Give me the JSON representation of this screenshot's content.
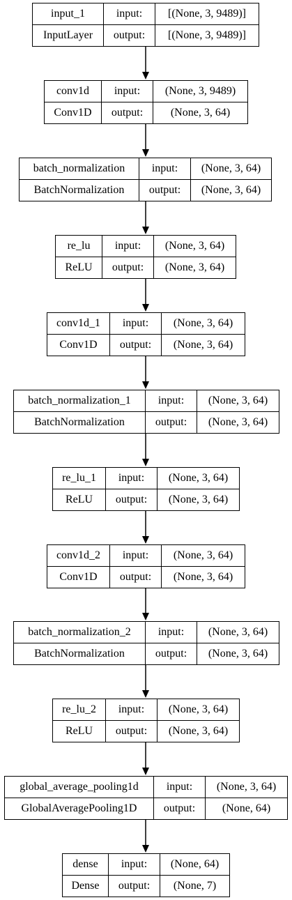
{
  "diagram": {
    "nodes": [
      {
        "id": "input_1",
        "name": "input_1",
        "type": "InputLayer",
        "input_label": "input:",
        "output_label": "output:",
        "input_shape": "[(None, 3, 9489)]",
        "output_shape": "[(None, 3, 9489)]"
      },
      {
        "id": "conv1d",
        "name": "conv1d",
        "type": "Conv1D",
        "input_label": "input:",
        "output_label": "output:",
        "input_shape": "(None, 3, 9489)",
        "output_shape": "(None, 3, 64)"
      },
      {
        "id": "batch_normalization",
        "name": "batch_normalization",
        "type": "BatchNormalization",
        "input_label": "input:",
        "output_label": "output:",
        "input_shape": "(None, 3, 64)",
        "output_shape": "(None, 3, 64)"
      },
      {
        "id": "re_lu",
        "name": "re_lu",
        "type": "ReLU",
        "input_label": "input:",
        "output_label": "output:",
        "input_shape": "(None, 3, 64)",
        "output_shape": "(None, 3, 64)"
      },
      {
        "id": "conv1d_1",
        "name": "conv1d_1",
        "type": "Conv1D",
        "input_label": "input:",
        "output_label": "output:",
        "input_shape": "(None, 3, 64)",
        "output_shape": "(None, 3, 64)"
      },
      {
        "id": "batch_normalization_1",
        "name": "batch_normalization_1",
        "type": "BatchNormalization",
        "input_label": "input:",
        "output_label": "output:",
        "input_shape": "(None, 3, 64)",
        "output_shape": "(None, 3, 64)"
      },
      {
        "id": "re_lu_1",
        "name": "re_lu_1",
        "type": "ReLU",
        "input_label": "input:",
        "output_label": "output:",
        "input_shape": "(None, 3, 64)",
        "output_shape": "(None, 3, 64)"
      },
      {
        "id": "conv1d_2",
        "name": "conv1d_2",
        "type": "Conv1D",
        "input_label": "input:",
        "output_label": "output:",
        "input_shape": "(None, 3, 64)",
        "output_shape": "(None, 3, 64)"
      },
      {
        "id": "batch_normalization_2",
        "name": "batch_normalization_2",
        "type": "BatchNormalization",
        "input_label": "input:",
        "output_label": "output:",
        "input_shape": "(None, 3, 64)",
        "output_shape": "(None, 3, 64)"
      },
      {
        "id": "re_lu_2",
        "name": "re_lu_2",
        "type": "ReLU",
        "input_label": "input:",
        "output_label": "output:",
        "input_shape": "(None, 3, 64)",
        "output_shape": "(None, 3, 64)"
      },
      {
        "id": "global_average_pooling1d",
        "name": "global_average_pooling1d",
        "type": "GlobalAveragePooling1D",
        "input_label": "input:",
        "output_label": "output:",
        "input_shape": "(None, 3, 64)",
        "output_shape": "(None, 64)"
      },
      {
        "id": "dense",
        "name": "dense",
        "type": "Dense",
        "input_label": "input:",
        "output_label": "output:",
        "input_shape": "(None, 64)",
        "output_shape": "(None, 7)"
      }
    ],
    "colors": {
      "stroke": "#000000",
      "background": "#ffffff"
    }
  }
}
